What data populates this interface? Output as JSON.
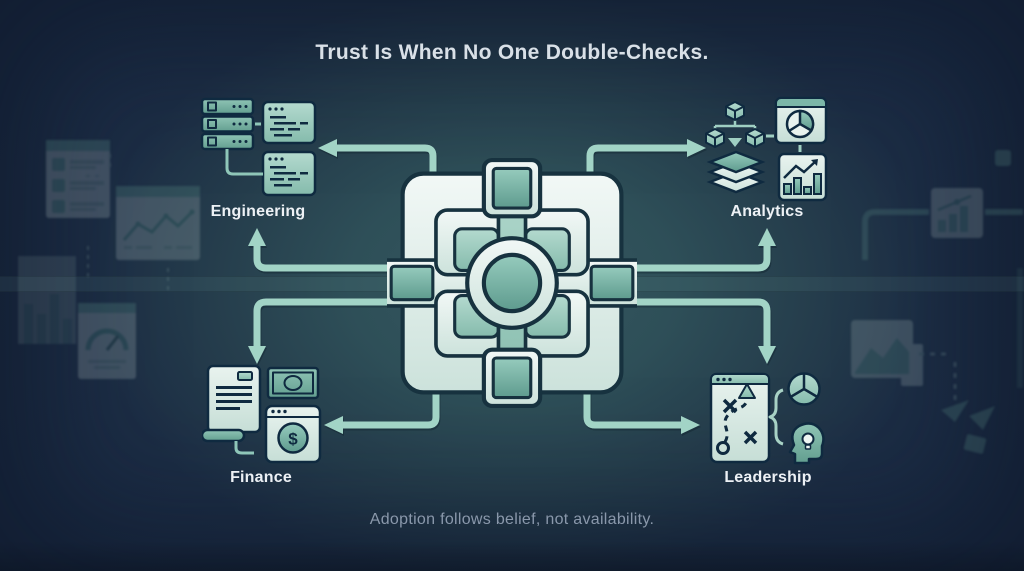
{
  "header": {
    "title": "Trust Is When No One Double-Checks."
  },
  "footer": {
    "caption": "Adoption follows belief, not availability."
  },
  "center": {
    "name": "process-hub-emblem",
    "description": "geometric chip-like hub emblem"
  },
  "nodes": [
    {
      "id": "engineering",
      "label": "Engineering",
      "icon": "servers-and-code-windows-icon"
    },
    {
      "id": "analytics",
      "label": "Analytics",
      "icon": "cubes-layers-and-charts-icon"
    },
    {
      "id": "finance",
      "label": "Finance",
      "icon": "ledger-banknote-dollar-icon",
      "symbol": "$"
    },
    {
      "id": "leadership",
      "label": "Leadership",
      "icon": "strategy-board-and-insight-icon"
    }
  ],
  "edges": [
    {
      "from": "center",
      "to": "engineering-icon",
      "direction": "left"
    },
    {
      "from": "center",
      "to": "analytics-icon",
      "direction": "right"
    },
    {
      "from": "center",
      "to": "engineering-label",
      "direction": "up"
    },
    {
      "from": "center",
      "to": "analytics-label",
      "direction": "up"
    },
    {
      "from": "center",
      "to": "finance-icon-top",
      "direction": "down"
    },
    {
      "from": "center",
      "to": "leadership-icon-top",
      "direction": "down"
    },
    {
      "from": "center",
      "to": "finance-icon-side",
      "direction": "left"
    },
    {
      "from": "center",
      "to": "leadership-icon-side",
      "direction": "right"
    }
  ],
  "colors": {
    "background_navy": "#1a2a44",
    "center_glow": "#35575f",
    "arrow": "#a2d4c6",
    "emblem_light": "#eef6f3",
    "emblem_teal": "#7cb6a9",
    "outline_dark": "#16313e",
    "title_text": "#d9e0e7",
    "caption_text": "#8a98ab",
    "label_text": "#edf1f5"
  }
}
